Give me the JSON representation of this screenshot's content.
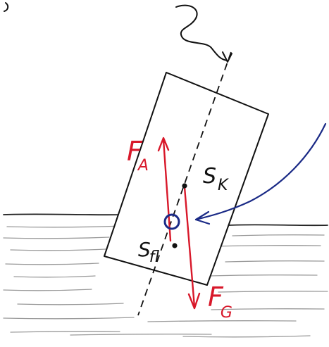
{
  "labels": {
    "buoyancy_force": {
      "main": "F",
      "sub": "A"
    },
    "gravity_force": {
      "main": "F",
      "sub": "G"
    },
    "center_body": {
      "main": "S",
      "sub": "K"
    },
    "center_fluid": {
      "main": "S",
      "sub": "fl"
    }
  },
  "colors": {
    "ink": "#111111",
    "force": "#d8182a",
    "metacenter": "#1a2a86",
    "water_line": "#9a9a9a"
  },
  "icons": {
    "metacenter_marker": "circle-marker-icon",
    "pointer": "curved-arrow-icon"
  }
}
